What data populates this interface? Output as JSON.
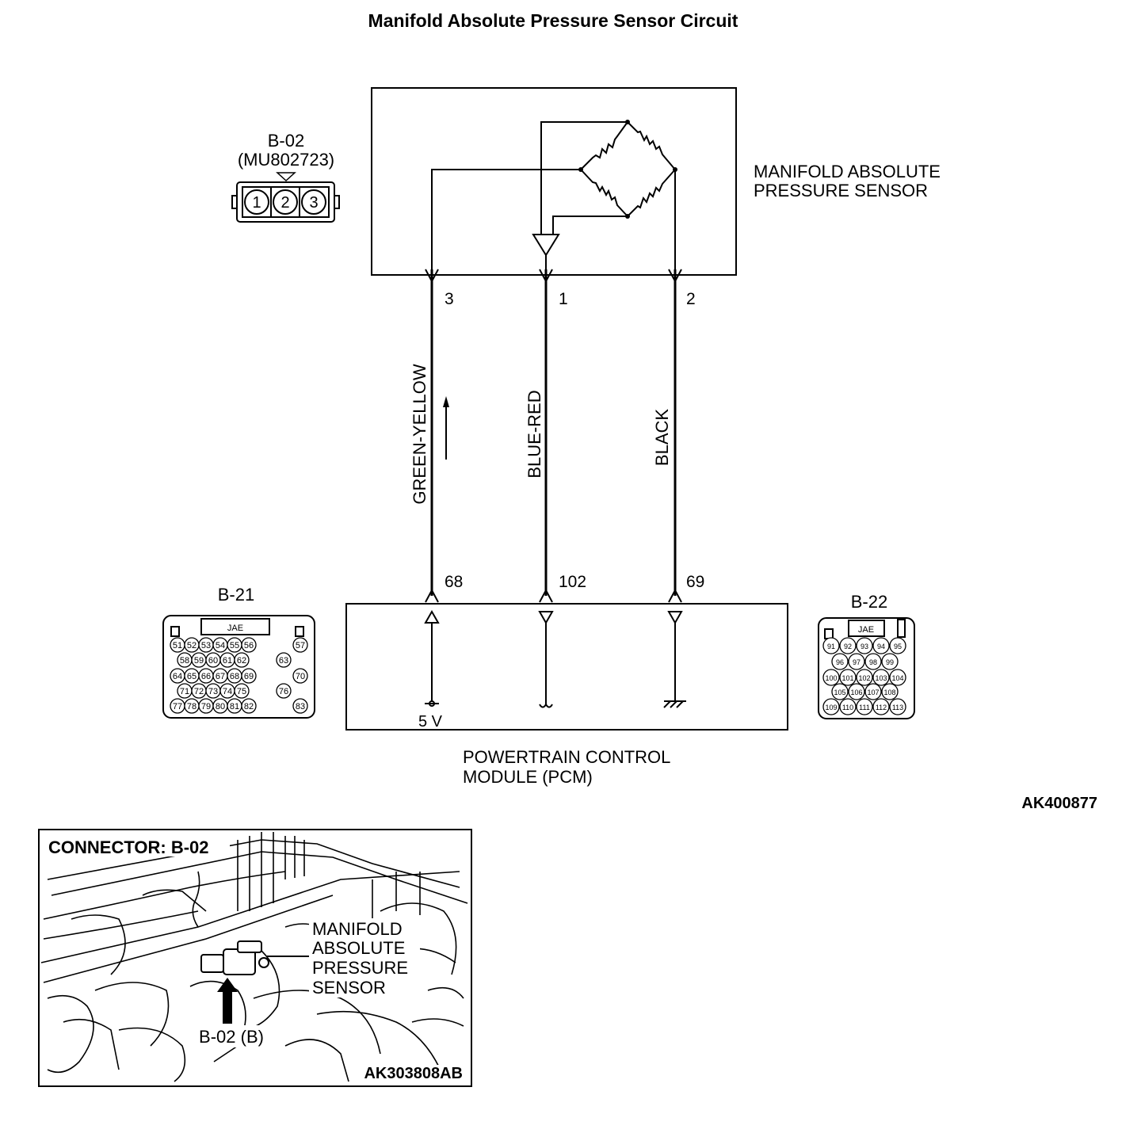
{
  "title": "Manifold Absolute Pressure Sensor Circuit",
  "sensor": {
    "label_line1": "MANIFOLD ABSOLUTE",
    "label_line2": "PRESSURE SENSOR",
    "connector_id": "B-02",
    "connector_part": "(MU802723)",
    "connector_pins": [
      "1",
      "2",
      "3"
    ]
  },
  "wires": [
    {
      "sensor_pin": "3",
      "color": "GREEN-YELLOW",
      "pcm_pin": "68"
    },
    {
      "sensor_pin": "1",
      "color": "BLUE-RED",
      "pcm_pin": "102"
    },
    {
      "sensor_pin": "2",
      "color": "BLACK",
      "pcm_pin": "69"
    }
  ],
  "pcm": {
    "label_line1": "POWERTRAIN CONTROL",
    "label_line2": "MODULE (PCM)",
    "supply_label": "5 V"
  },
  "connector_b21": {
    "id": "B-21",
    "maker": "JAE",
    "pins": [
      "51",
      "52",
      "53",
      "54",
      "55",
      "56",
      "57",
      "58",
      "59",
      "60",
      "61",
      "62",
      "63",
      "64",
      "65",
      "66",
      "67",
      "68",
      "69",
      "70",
      "71",
      "72",
      "73",
      "74",
      "75",
      "76",
      "77",
      "78",
      "79",
      "80",
      "81",
      "82",
      "83"
    ]
  },
  "connector_b22": {
    "id": "B-22",
    "maker": "JAE",
    "pins": [
      "91",
      "92",
      "93",
      "94",
      "95",
      "96",
      "97",
      "98",
      "99",
      "100",
      "101",
      "102",
      "103",
      "104",
      "105",
      "106",
      "107",
      "108",
      "109",
      "110",
      "111",
      "112",
      "113"
    ]
  },
  "figure_code": "AK400877",
  "inset": {
    "heading": "CONNECTOR: B-02",
    "callout": [
      "MANIFOLD",
      "ABSOLUTE",
      "PRESSURE",
      "SENSOR"
    ],
    "arrow_label": "B-02 (B)",
    "figure_code": "AK303808AB"
  }
}
